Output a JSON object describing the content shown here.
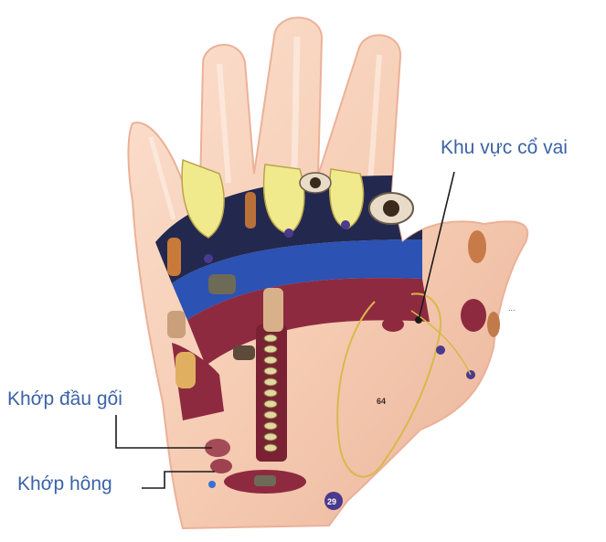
{
  "labels": {
    "shoulder_neck_area": "Khu vực cổ vai",
    "knee_joint": "Khớp đầu gối",
    "hip_joint": "Khớp hông"
  },
  "marks": {
    "center_number": "64",
    "bottom_badge": "29",
    "thumb_small": "..."
  },
  "colors": {
    "skin": "#f6cdb4",
    "skin_shadow": "#e8a98e",
    "dark_band": "#23284f",
    "blue_band": "#2c52b3",
    "red_band": "#8e2a40",
    "yellow_finger": "#f1ea8c",
    "label_text": "#3b63a7",
    "leader_line": "#1a1a1a",
    "gold_outline": "#d9b84a"
  }
}
